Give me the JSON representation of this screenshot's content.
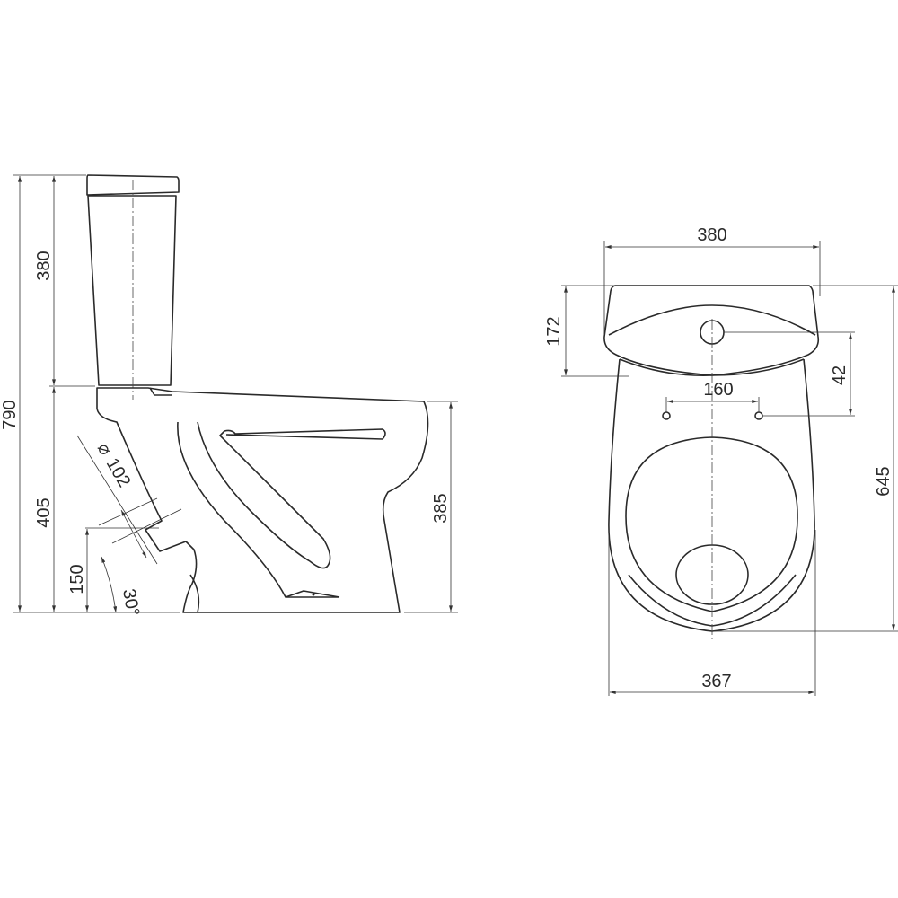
{
  "side_view": {
    "total_height": "790",
    "tank_height": "380",
    "bowl_height": "405",
    "outlet_height": "150",
    "outlet_angle": "30°",
    "outlet_diameter_symbol": "⌀",
    "outlet_diameter": "102",
    "rim_height": "385"
  },
  "top_view": {
    "tank_width": "380",
    "tank_depth": "172",
    "tank_hole_to_seat_holes": "42",
    "seat_hole_spacing": "160",
    "total_depth": "645",
    "bowl_width": "367"
  }
}
